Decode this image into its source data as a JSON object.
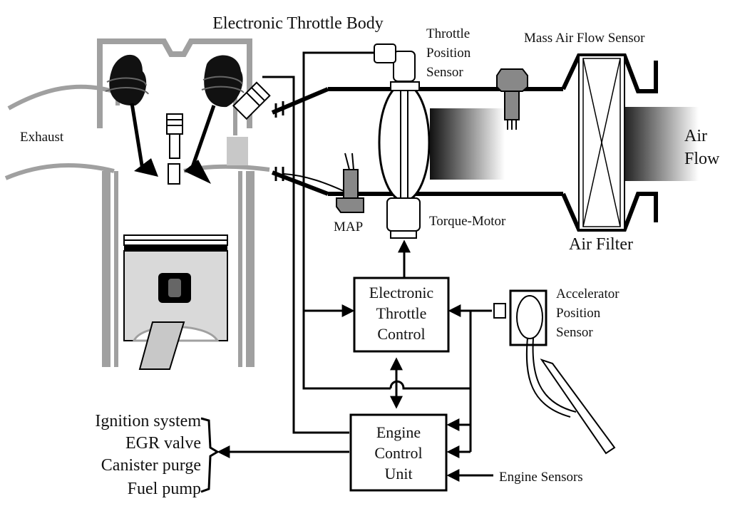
{
  "title": "Electronic Throttle Body",
  "labels": {
    "exhaust": "Exhaust",
    "throttle_position_sensor": [
      "Throttle",
      "Position",
      "Sensor"
    ],
    "mass_air_flow_sensor": "Mass Air Flow Sensor",
    "air_flow": [
      "Air",
      "Flow"
    ],
    "air_filter": "Air Filter",
    "map": "MAP",
    "torque_motor": "Torque-Motor",
    "accelerator_position_sensor": [
      "Accelerator",
      "Position",
      "Sensor"
    ],
    "engine_sensors": "Engine Sensors"
  },
  "boxes": {
    "electronic_throttle_control": [
      "Electronic",
      "Throttle",
      "Control"
    ],
    "engine_control_unit": [
      "Engine",
      "Control",
      "Unit"
    ]
  },
  "outputs": [
    "Ignition system",
    "EGR valve",
    "Canister purge",
    "Fuel pump"
  ],
  "colors": {
    "line": "#000000",
    "gray": "#a0a0a0",
    "sensor_fill": "#888888",
    "background": "#ffffff"
  }
}
